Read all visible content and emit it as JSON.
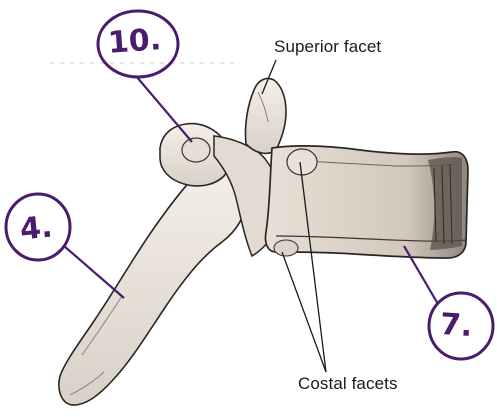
{
  "figure": {
    "labels": {
      "superior_facet": "Superior facet",
      "costal_facets": "Costal facets"
    },
    "handwritten_numbers": {
      "transverse_process": "10.",
      "spinous_process": "4.",
      "body": "7."
    },
    "colors": {
      "ink": "#1a1a1a",
      "bone_fill": "#efe9e1",
      "bone_shadow": "#9a928a",
      "annotation_purple": "#4a1c6e"
    }
  }
}
